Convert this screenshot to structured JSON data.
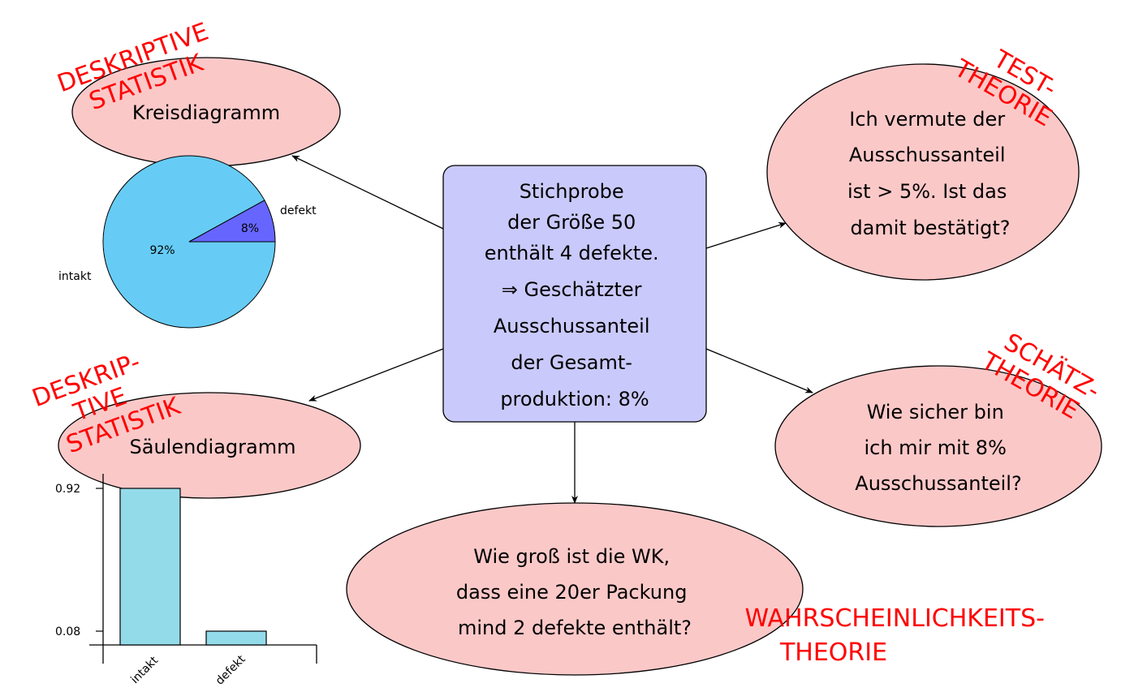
{
  "center_box": {
    "lines": [
      "Stichprobe",
      "der Größe 50",
      "enthält 4 defekte.",
      "⇒ Geschätzter",
      "Ausschussanteil",
      "der Gesamt-",
      "produktion: 8%"
    ]
  },
  "nodes": {
    "kreis": {
      "lines": [
        "Kreisdiagramm"
      ]
    },
    "saeulen": {
      "lines": [
        "Säulendiagramm"
      ]
    },
    "test": {
      "lines": [
        "Ich vermute der",
        "Ausschussanteil",
        "ist > 5%. Ist das",
        "damit bestätigt?"
      ]
    },
    "schaetz": {
      "lines": [
        "Wie sicher bin",
        "ich mir mit 8%",
        "Ausschussanteil?"
      ]
    },
    "wk": {
      "lines": [
        "Wie groß ist die WK,",
        "dass eine 20er Packung",
        "mind 2 defekte enthält?"
      ]
    }
  },
  "labels": {
    "deskriptiv_top": [
      "DESKRIPTIVE",
      "STATISTIK"
    ],
    "deskriptiv_bottom": [
      "DESKRIP-",
      "TIVE",
      "STATISTIK"
    ],
    "test_theorie": [
      "TEST-",
      "THEORIE"
    ],
    "schaetz_theorie": [
      "SCHÄTZ-",
      "THEORIE"
    ],
    "wk_theorie": [
      "WAHRSCHEINLICHKEITS-",
      "THEORIE"
    ]
  },
  "colors": {
    "ellipse_fill": "#fbc8c8",
    "box_fill": "#c9c9fb",
    "red_label": "#ff0000",
    "pie_intakt": "#66ccf5",
    "pie_defekt": "#6666ff",
    "bar_fill": "#94dbea"
  },
  "chart_data": [
    {
      "type": "pie",
      "title": "",
      "slices": [
        {
          "label": "intakt",
          "value": 92,
          "value_label": "92%"
        },
        {
          "label": "defekt",
          "value": 8,
          "value_label": "8%"
        }
      ]
    },
    {
      "type": "bar",
      "title": "",
      "categories": [
        "intakt",
        "defekt"
      ],
      "values": [
        0.92,
        0.08
      ],
      "ytick_labels": [
        "0.92",
        "0.08"
      ],
      "xlabel": "",
      "ylabel": ""
    }
  ]
}
